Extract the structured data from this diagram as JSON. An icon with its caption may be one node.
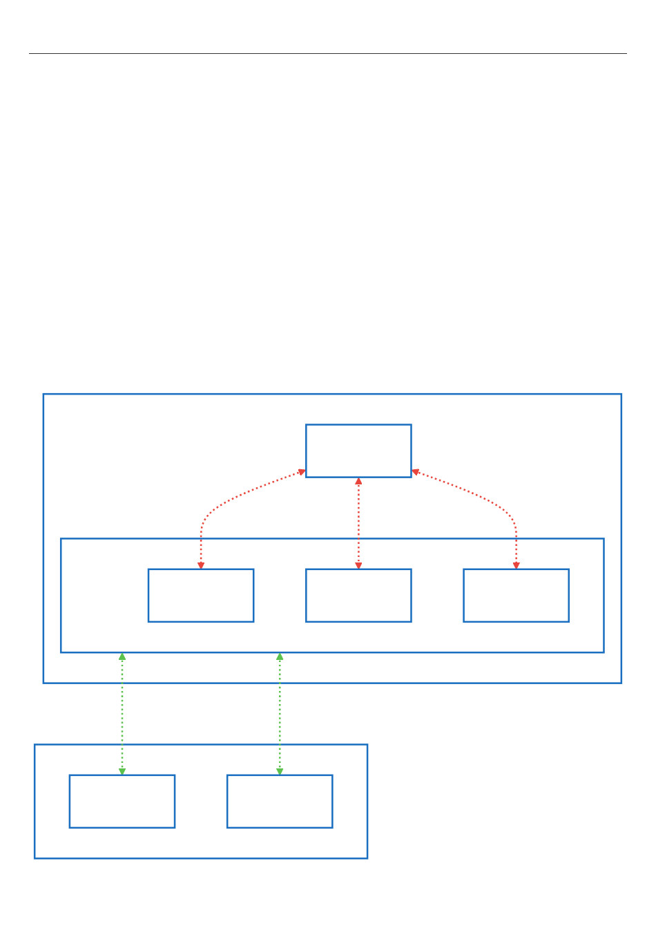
{
  "diagram": {
    "nodes": [
      {
        "text": [],
        "shape": "box"
      },
      {
        "text": [],
        "shape": "box",
        "in": 0
      },
      {
        "text": [],
        "shape": "box",
        "in": 0
      },
      {
        "text": [],
        "shape": "box",
        "in": 2
      },
      {
        "text": [],
        "shape": "box",
        "in": 2
      },
      {
        "text": [],
        "shape": "box",
        "in": 2
      },
      {
        "text": [],
        "shape": "box"
      },
      {
        "text": [],
        "shape": "box",
        "in": 6
      },
      {
        "text": [],
        "shape": "box",
        "in": 6
      }
    ],
    "edges": [
      {
        "from": 1,
        "to": 3,
        "arrow": "both",
        "style": "dashed",
        "color": "#e8453c"
      },
      {
        "from": 1,
        "to": 4,
        "arrow": "both",
        "style": "dashed",
        "color": "#e8453c"
      },
      {
        "from": 1,
        "to": 5,
        "arrow": "both",
        "style": "dashed",
        "color": "#e8453c"
      },
      {
        "from": 2,
        "to": 7,
        "arrow": "both",
        "style": "dashed",
        "color": "#5cc24d"
      },
      {
        "from": 2,
        "to": 8,
        "arrow": "both",
        "style": "dashed",
        "color": "#5cc24d"
      }
    ]
  }
}
